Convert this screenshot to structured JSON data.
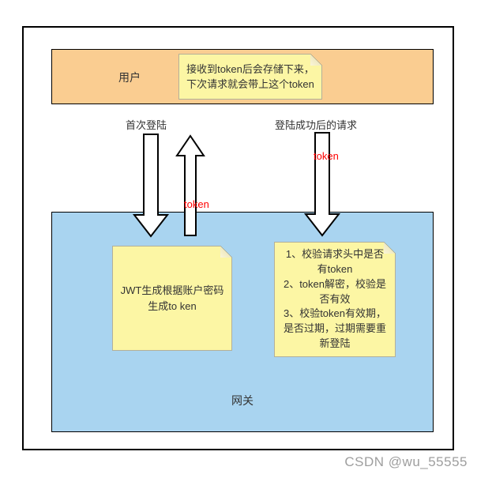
{
  "user_box": {
    "label": "用户",
    "note": "接收到token后会存储下来，\n下次请求就会带上这个token"
  },
  "flow_labels": {
    "first_login": "首次登陆",
    "after_login_request": "登陆成功后的请求",
    "token_up": "token",
    "token_down": "token"
  },
  "gateway_box": {
    "label": "网关",
    "jwt_note": "JWT生成根据账户密码\n生成to ken",
    "verify_note": "1、校验请求头中是否\n有token\n2、token解密，校验是\n否有效\n3、校验token有效期，\n是否过期，过期需要重\n新登陆"
  },
  "watermark": "CSDN @wu_55555",
  "colors": {
    "user_box_bg": "#FACD91",
    "gateway_box_bg": "#A9D4F0",
    "note_bg": "#FCF6A4",
    "token_label": "#FF0000",
    "watermark_text": "#9E9E9E"
  }
}
